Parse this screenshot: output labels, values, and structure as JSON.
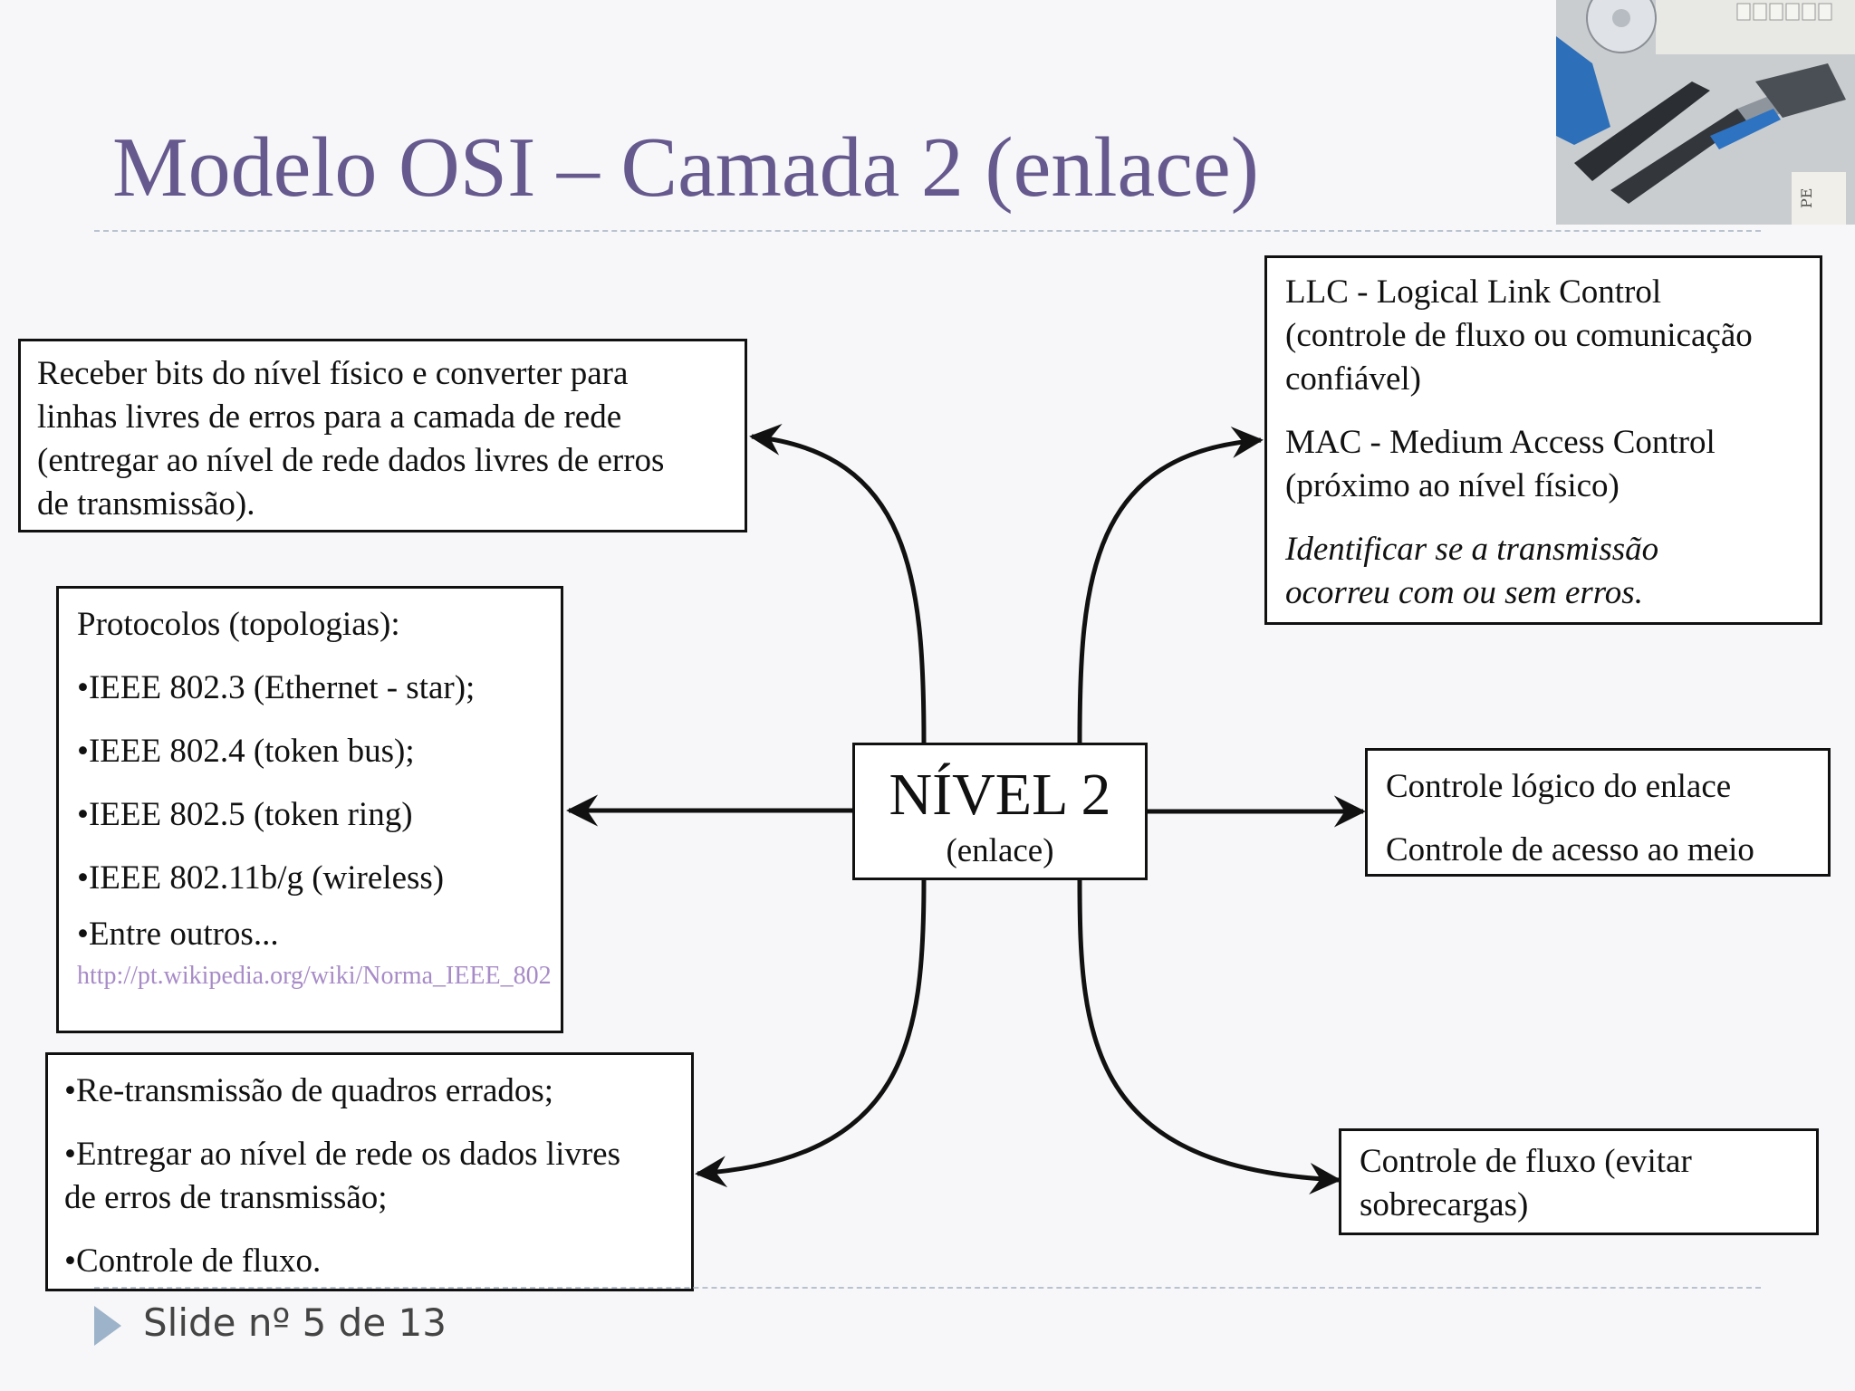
{
  "title": "Modelo OSI – Camada 2 (enlace)",
  "center": {
    "main": "NÍVEL 2",
    "sub": "(enlace)"
  },
  "box_receive": {
    "lines": [
      "Receber bits do nível físico e converter para",
      "linhas livres de erros para a camada de rede",
      "(entregar ao nível de rede dados livres de erros",
      "de transmissão)."
    ]
  },
  "box_protocols": {
    "heading": "Protocolos (topologias):",
    "items": [
      "•IEEE 802.3 (Ethernet - star);",
      "•IEEE 802.4 (token bus);",
      "•IEEE 802.5 (token ring)",
      "•IEEE 802.11b/g (wireless)",
      "•Entre outros..."
    ],
    "link": "http://pt.wikipedia.org/wiki/Norma_IEEE_802"
  },
  "box_retransmission": {
    "item1": "•Re-transmissão de quadros errados;",
    "item2_line1": "•Entregar ao nível de rede os dados livres",
    "item2_line2": "de erros de transmissão;",
    "item3": "•Controle de fluxo."
  },
  "box_llc_mac": {
    "llc_line1": "LLC - Logical Link Control",
    "llc_line2": "(controle de fluxo ou comunicação",
    "llc_line3": "confiável)",
    "mac_line1": "MAC - Medium Access Control",
    "mac_line2": "(próximo ao nível físico)",
    "note_line1": "Identificar se a transmissão",
    "note_line2": "ocorreu com ou sem erros."
  },
  "box_control": {
    "line1": "Controle lógico do enlace",
    "line2": "Controle de acesso ao meio"
  },
  "box_flow": {
    "line1": "Controle de fluxo (evitar",
    "line2": "sobrecargas)"
  },
  "footer": "Slide nº 5 de 13",
  "colors": {
    "title": "#66598d",
    "link": "#a78bc7",
    "rule": "#b9c3cf",
    "footer_marker": "#9db3c9"
  }
}
